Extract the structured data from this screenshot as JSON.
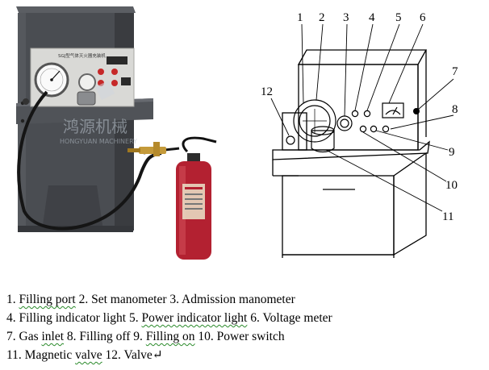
{
  "photo": {
    "panel_title": "SGJ型气体灭火器充装机",
    "watermark_cn": "鸿源机械",
    "watermark_en": "HONGYUAN MACHINERY",
    "colors": {
      "cabinet": "#4a4d52",
      "panel": "#d9d9d6",
      "extinguisher": "#b32131",
      "hose": "#1a1a1a"
    }
  },
  "drawing": {
    "labels": [
      "1",
      "2",
      "3",
      "4",
      "5",
      "6",
      "7",
      "8",
      "9",
      "10",
      "11",
      "12"
    ]
  },
  "caption": {
    "line1": [
      {
        "text": "1.  "
      },
      {
        "text": "Filling port",
        "squig": true
      },
      {
        "text": "   2. Set manometer 3. Admission manometer"
      }
    ],
    "line2": [
      {
        "text": "4.  Filling  indicator  light      5.  "
      },
      {
        "text": "Power  indicator  light",
        "squig": true
      },
      {
        "text": "     6.  Voltage  meter"
      }
    ],
    "line3": [
      {
        "text": "7. Gas "
      },
      {
        "text": "inlet",
        "squig": true
      },
      {
        "text": "    8. Filling off   9. "
      },
      {
        "text": "Filling on",
        "squig": true
      },
      {
        "text": "     10. Power switch"
      }
    ],
    "line4": [
      {
        "text": "11. Magnetic "
      },
      {
        "text": "valve",
        "squig": true
      },
      {
        "text": "   12. Valve↵"
      }
    ]
  }
}
